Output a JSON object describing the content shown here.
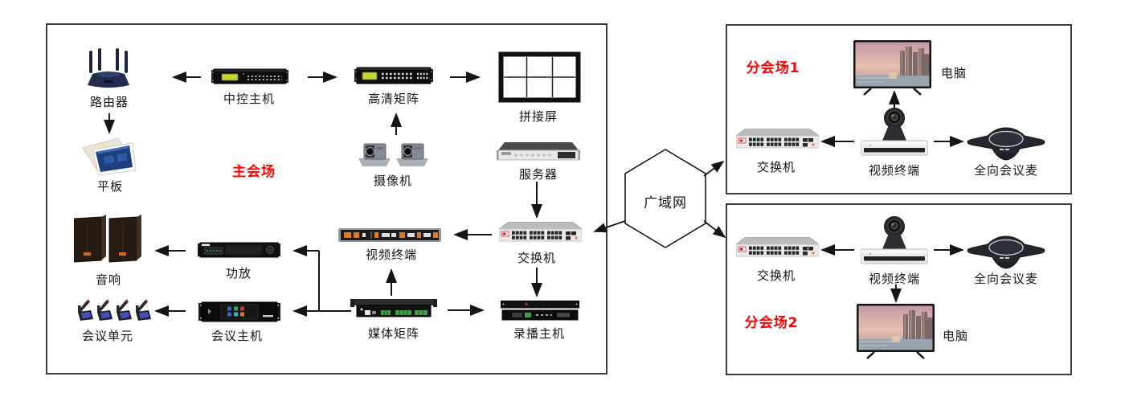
{
  "palette": {
    "venue_label_red": "#fe0000",
    "line_black": "#151515",
    "box_border": "#3c3c3c",
    "lcd_green": "#c8d435",
    "port_orange": "#e07820",
    "terminal_green": "#3f9f42"
  },
  "main_venue": {
    "label": "主会场",
    "router": "路由器",
    "tablet": "平板",
    "central_control": "中控主机",
    "hd_matrix": "高清矩阵",
    "splicing_screen": "拼接屏",
    "camera": "摄像机",
    "server": "服务器",
    "speaker": "音响",
    "amplifier": "功放",
    "video_terminal": "视频终端",
    "switch": "交换机",
    "conference_unit": "会议单元",
    "conference_host": "会议主机",
    "media_matrix": "媒体矩阵",
    "recording_host": "录播主机"
  },
  "wan": {
    "label": "广域网"
  },
  "branch1": {
    "label": "分会场1",
    "computer": "电脑",
    "switch": "交换机",
    "video_terminal": "视频终端",
    "omni_mic": "全向会议麦"
  },
  "branch2": {
    "label": "分会场2",
    "computer": "电脑",
    "switch": "交换机",
    "video_terminal": "视频终端",
    "omni_mic": "全向会议麦"
  }
}
